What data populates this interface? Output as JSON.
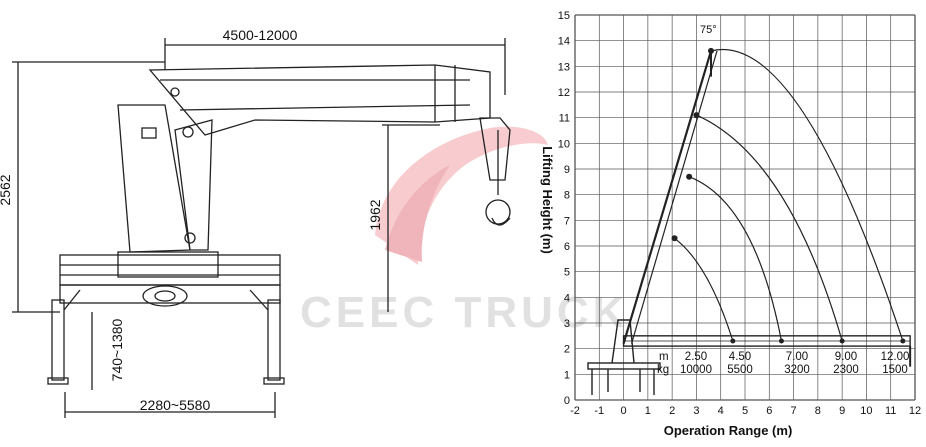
{
  "watermark": "CEEC TRUCK",
  "dimensions": {
    "reach": "4500-12000",
    "total_height": "2562",
    "hook_height": "1962",
    "outrigger_height": "740~1380",
    "outrigger_span": "2280~5580"
  },
  "chart_data": {
    "type": "line",
    "xlabel": "Operation Range (m)",
    "ylabel": "Lifting Height (m)",
    "xlim": [
      -2,
      12
    ],
    "ylim": [
      0,
      15
    ],
    "x_ticks": [
      "-2",
      "-1",
      "0",
      "1",
      "2",
      "3",
      "4",
      "5",
      "6",
      "7",
      "8",
      "9",
      "10",
      "11",
      "12"
    ],
    "y_ticks": [
      "0",
      "1",
      "2",
      "3",
      "4",
      "5",
      "6",
      "7",
      "8",
      "9",
      "10",
      "11",
      "12",
      "13",
      "14",
      "15"
    ],
    "grid": true,
    "angle_label": "75°",
    "boom_tip_path": [
      {
        "x": 2.1,
        "y": 6.3
      },
      {
        "x": 2.7,
        "y": 8.7
      },
      {
        "x": 3.0,
        "y": 11.1
      },
      {
        "x": 3.6,
        "y": 13.6
      }
    ],
    "working_arcs": [
      {
        "x": [
          2.1,
          3.4,
          4.5
        ],
        "y": [
          6.3,
          4.8,
          2.3
        ]
      },
      {
        "x": [
          2.7,
          5.0,
          6.5
        ],
        "y": [
          8.7,
          6.6,
          2.3
        ]
      },
      {
        "x": [
          3.0,
          6.4,
          9.0
        ],
        "y": [
          11.1,
          8.1,
          2.3
        ]
      },
      {
        "x": [
          3.6,
          7.4,
          11.5
        ],
        "y": [
          13.6,
          11.2,
          2.3
        ]
      }
    ],
    "table": {
      "row1_label": "m",
      "row2_label": "kg",
      "ranges": [
        "2.50",
        "4.50",
        "7.00",
        "9.00",
        "12.00"
      ],
      "loads": [
        "10000",
        "5500",
        "3200",
        "2300",
        "1500"
      ]
    }
  }
}
